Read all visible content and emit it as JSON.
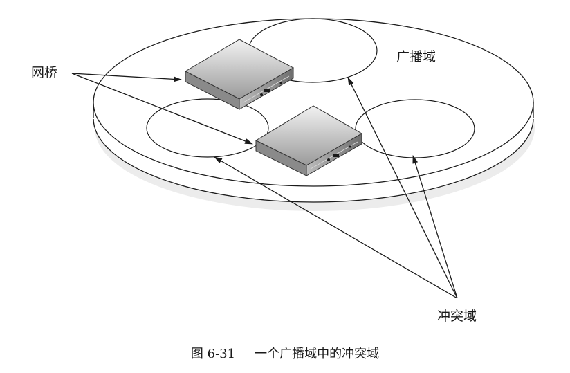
{
  "labels": {
    "bridge": "网桥",
    "broadcast_domain": "广播域",
    "collision_domain": "冲突域"
  },
  "caption": {
    "number": "图 6-31",
    "text": "一个广播域中的冲突域"
  },
  "colors": {
    "line": "#1a1a1a",
    "disc_shadow": "#e6e6e6"
  }
}
